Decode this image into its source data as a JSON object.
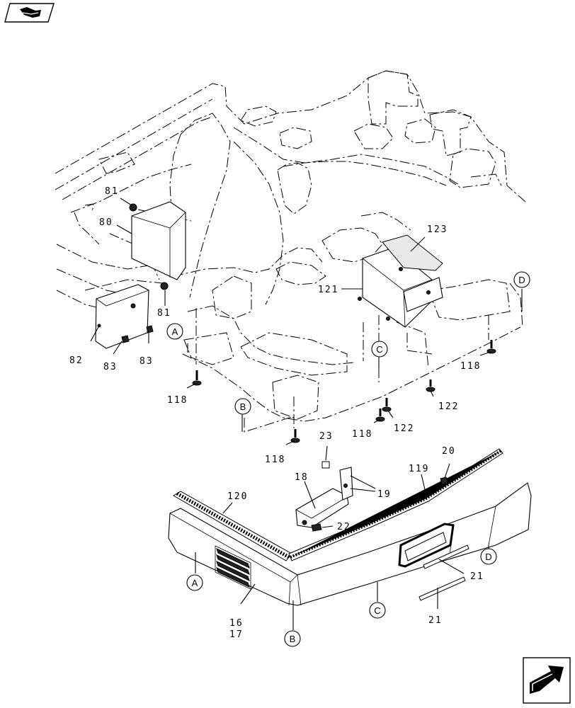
{
  "part_labels": {
    "p81a": "81",
    "p80": "80",
    "p81b": "81",
    "p82": "82",
    "p83a": "83",
    "p83b": "83",
    "p123": "123",
    "p121": "121",
    "p118a": "118",
    "p118b": "118",
    "p118c": "118",
    "p118d": "118",
    "p122a": "122",
    "p122b": "122",
    "p23": "23",
    "p20": "20",
    "p18": "18",
    "p19": "19",
    "p22": "22",
    "p119": "119",
    "p120": "120",
    "p21a": "21",
    "p21b": "21",
    "p16": "16",
    "p17": "17"
  },
  "callouts": {
    "A1": "A",
    "A2": "A",
    "B1": "B",
    "B2": "B",
    "C1": "C",
    "C2": "C",
    "D1": "D",
    "D2": "D"
  },
  "icons": {
    "top_left": "book-icon",
    "bottom_right": "next-page-arrow-icon"
  }
}
